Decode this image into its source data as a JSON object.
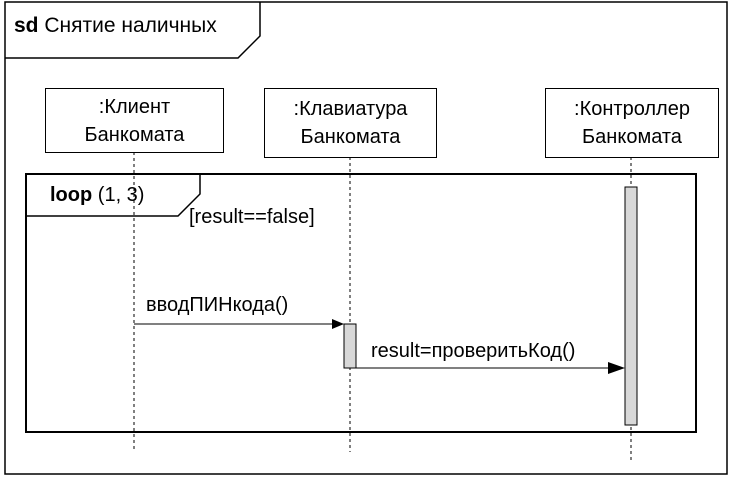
{
  "frame": {
    "keyword": "sd",
    "name": "Снятие наличных"
  },
  "lifelines": [
    {
      "id": "client",
      "line1": ":Клиент",
      "line2": "Банкомата"
    },
    {
      "id": "keyboard",
      "line1": ":Клавиатура",
      "line2": "Банкомата"
    },
    {
      "id": "controller",
      "line1": ":Контроллер",
      "line2": "Банкомата"
    }
  ],
  "fragment": {
    "operator": "loop",
    "args": "(1, 3)",
    "guard": "[result==false]"
  },
  "messages": [
    {
      "id": "m1",
      "label": "вводПИНкода()",
      "from": "client",
      "to": "keyboard"
    },
    {
      "id": "m2",
      "label": "result=проверитьКод()",
      "from": "keyboard",
      "to": "controller"
    }
  ]
}
